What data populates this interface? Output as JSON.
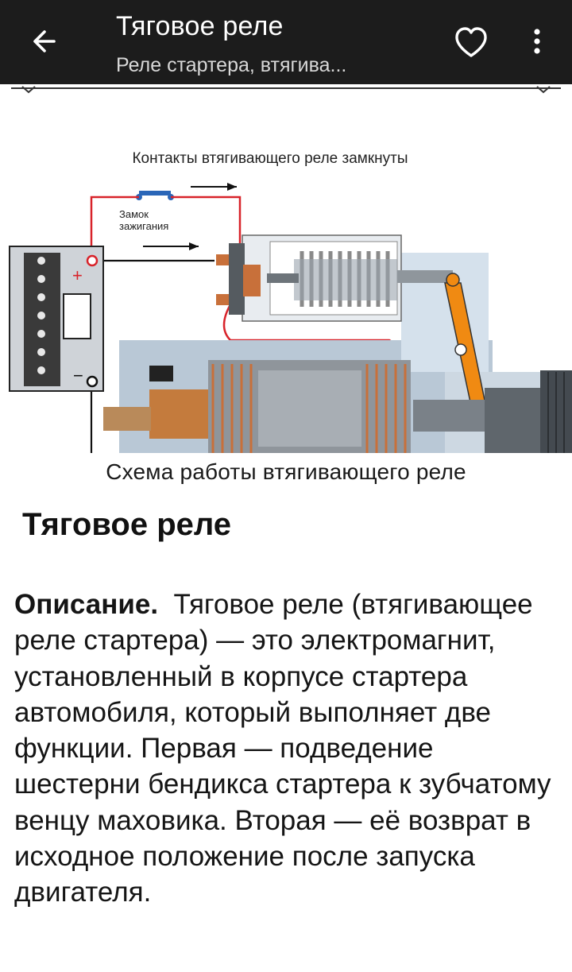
{
  "appbar": {
    "title": "Тяговое реле",
    "subtitle": "Реле стартера, втягива...",
    "back_icon": "arrow-left-icon",
    "favorite_icon": "heart-outline-icon",
    "menu_icon": "more-vert-icon"
  },
  "figure": {
    "header": "Контакты втягивающего реле замкнуты",
    "ignition_label_1": "Замок",
    "ignition_label_2": "зажигания",
    "plus_sign": "+",
    "minus_sign": "−",
    "caption": "Схема работы втягивающего реле"
  },
  "article": {
    "section_title": "Тяговое реле",
    "desc_label": "Описание.",
    "desc_text": "Тяговое реле (втягивающее реле стартера) — это электромагнит, установленный в корпусе стартера автомобиля, который выполняет две функции. Первая — подведение шестерни бендикса стартера к зубчатому венцу маховика. Вторая — её возврат в исходное положение после запуска двигателя."
  },
  "colors": {
    "appbar_bg": "#1c1c1c",
    "wire_red": "#d8232a",
    "lever_orange": "#f08a12",
    "copper": "#c8703a"
  }
}
